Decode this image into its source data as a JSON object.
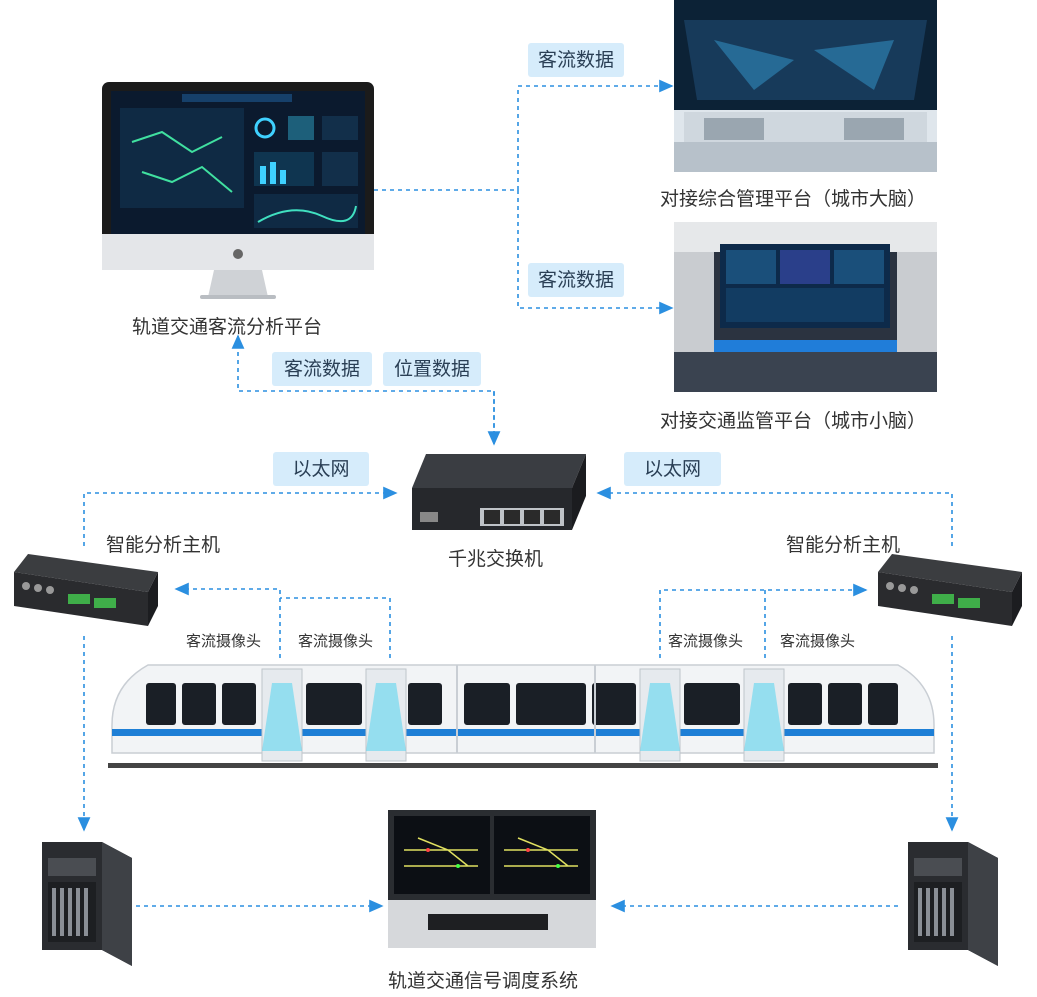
{
  "labels": {
    "analysis_platform": "轨道交通客流分析平台",
    "city_brain": "对接综合管理平台（城市大脑）",
    "city_small_brain": "对接交通监管平台（城市小脑）",
    "switch": "千兆交换机",
    "host_left": "智能分析主机",
    "host_right": "智能分析主机",
    "signal_system": "轨道交通信号调度系统"
  },
  "tags": {
    "flow_data_1": "客流数据",
    "flow_data_2": "客流数据",
    "flow_data_3": "客流数据",
    "position_data": "位置数据",
    "ethernet_left": "以太网",
    "ethernet_right": "以太网"
  },
  "cameras": {
    "c1": "客流摄像头",
    "c2": "客流摄像头",
    "c3": "客流摄像头",
    "c4": "客流摄像头"
  },
  "colors": {
    "line": "#2b8fe0",
    "tag_bg": "#d6ecfb",
    "screen_dark": "#0b1a2e",
    "train_white": "#f2f4f6",
    "train_stripe": "#1e7fd6"
  }
}
